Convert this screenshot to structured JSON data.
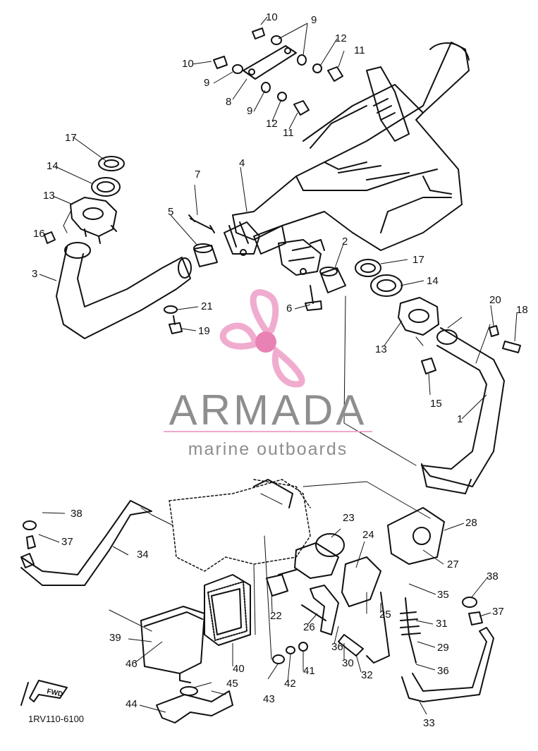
{
  "watermark": {
    "brand": "ARMADA",
    "tagline": "marine outboards",
    "colors": {
      "text": "#8e8e8e",
      "logo": "#f0a8cc",
      "logo_hub": "#e87cb0",
      "rule": "#f0a8cc"
    }
  },
  "diagram": {
    "code": "1RV110-6100",
    "fwd_label": "FWD",
    "callouts": [
      "10",
      "9",
      "12",
      "11",
      "10",
      "9",
      "8",
      "9",
      "12",
      "11",
      "17",
      "14",
      "13",
      "16",
      "3",
      "7",
      "5",
      "4",
      "2",
      "17",
      "14",
      "6",
      "21",
      "19",
      "20",
      "18",
      "13",
      "15",
      "1",
      "38",
      "37",
      "34",
      "23",
      "24",
      "28",
      "27",
      "35",
      "22",
      "26",
      "25",
      "31",
      "36",
      "29",
      "30",
      "32",
      "36",
      "39",
      "46",
      "40",
      "43",
      "42",
      "41",
      "45",
      "44",
      "38",
      "37",
      "33"
    ]
  }
}
